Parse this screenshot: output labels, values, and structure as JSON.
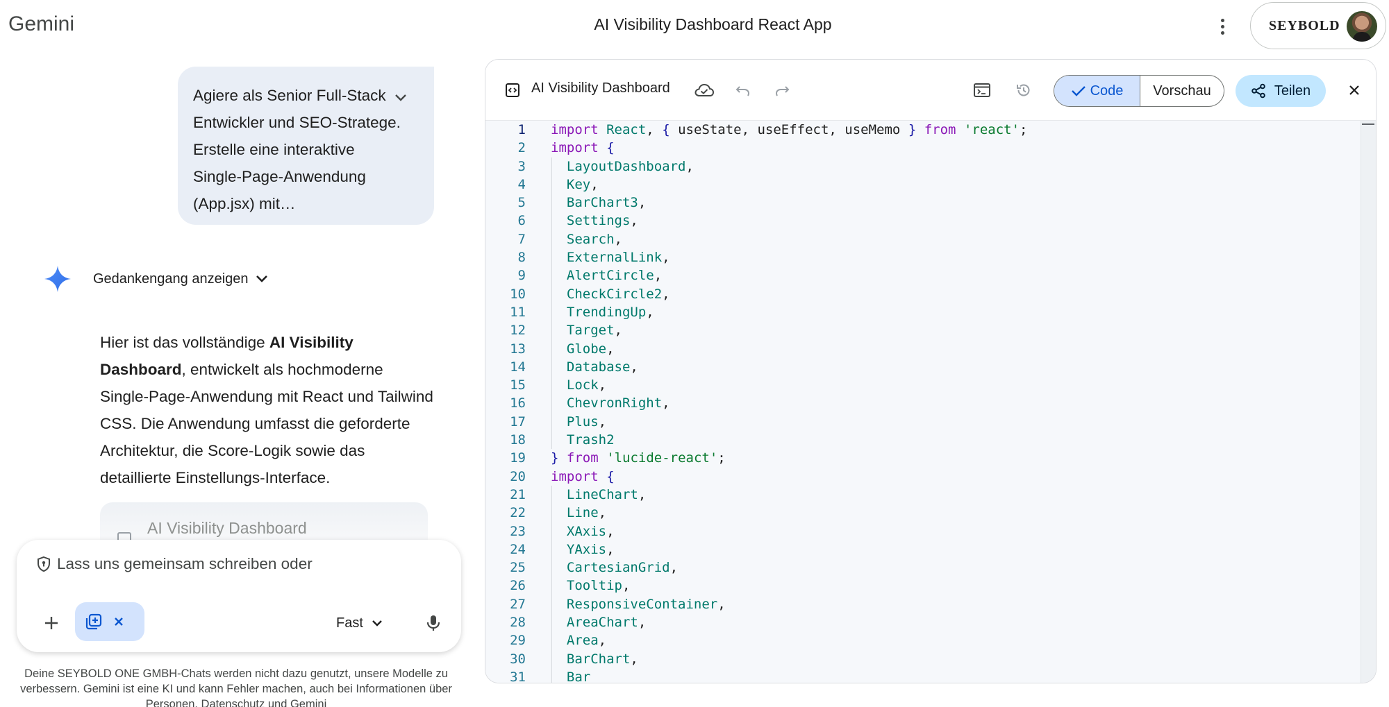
{
  "header": {
    "brand": "Gemini",
    "chat_title": "AI Visibility Dashboard React App",
    "account_name": "SEYBOLD"
  },
  "chat": {
    "user_prompt": "Agiere als Senior Full-Stack Entwickler und SEO-Stratege. Erstelle eine interaktive Single-Page-Anwendung (App.jsx) mit…",
    "thought_toggle": "Gedankengang anzeigen",
    "answer_before_bold": "Hier ist das vollständige ",
    "answer_bold": "AI Visibility Dashboard",
    "answer_after_bold": ", entwickelt als hochmoderne Single-Page-Anwendung mit React und Tailwind CSS. Die Anwendung umfasst die geforderte Architektur, die Score-Logik sowie das detaillierte Einstellungs-Interface.",
    "artifact_card_title": "AI Visibility Dashboard"
  },
  "composer": {
    "placeholder": "Lass uns gemeinsam schreiben oder",
    "model_label": "Fast"
  },
  "disclaimer": "Deine SEYBOLD ONE GMBH-Chats werden nicht dazu genutzt, unsere Modelle zu verbessern. Gemini ist eine KI und kann Fehler machen, auch bei Informationen über Personen. Datenschutz und Gemini",
  "panel": {
    "title": "AI Visibility Dashboard",
    "code_tab": "Code",
    "preview_tab": "Vorschau",
    "share_label": "Teilen"
  },
  "code_lines": [
    [
      [
        "kw",
        "import"
      ],
      [
        "pl",
        " "
      ],
      [
        "id",
        "React"
      ],
      [
        "pl",
        ", "
      ],
      [
        "br",
        "{"
      ],
      [
        "pl",
        " useState, useEffect, useMemo "
      ],
      [
        "br",
        "}"
      ],
      [
        "pl",
        " "
      ],
      [
        "kw",
        "from"
      ],
      [
        "pl",
        " "
      ],
      [
        "str",
        "'react'"
      ],
      [
        "pl",
        ";"
      ]
    ],
    [
      [
        "kw",
        "import"
      ],
      [
        "pl",
        " "
      ],
      [
        "br",
        "{"
      ]
    ],
    [
      [
        "pl",
        "  "
      ],
      [
        "id",
        "LayoutDashboard"
      ],
      [
        "pl",
        ","
      ]
    ],
    [
      [
        "pl",
        "  "
      ],
      [
        "id",
        "Key"
      ],
      [
        "pl",
        ","
      ]
    ],
    [
      [
        "pl",
        "  "
      ],
      [
        "id",
        "BarChart3"
      ],
      [
        "pl",
        ","
      ]
    ],
    [
      [
        "pl",
        "  "
      ],
      [
        "id",
        "Settings"
      ],
      [
        "pl",
        ","
      ]
    ],
    [
      [
        "pl",
        "  "
      ],
      [
        "id",
        "Search"
      ],
      [
        "pl",
        ","
      ]
    ],
    [
      [
        "pl",
        "  "
      ],
      [
        "id",
        "ExternalLink"
      ],
      [
        "pl",
        ","
      ]
    ],
    [
      [
        "pl",
        "  "
      ],
      [
        "id",
        "AlertCircle"
      ],
      [
        "pl",
        ","
      ]
    ],
    [
      [
        "pl",
        "  "
      ],
      [
        "id",
        "CheckCircle2"
      ],
      [
        "pl",
        ","
      ]
    ],
    [
      [
        "pl",
        "  "
      ],
      [
        "id",
        "TrendingUp"
      ],
      [
        "pl",
        ","
      ]
    ],
    [
      [
        "pl",
        "  "
      ],
      [
        "id",
        "Target"
      ],
      [
        "pl",
        ","
      ]
    ],
    [
      [
        "pl",
        "  "
      ],
      [
        "id",
        "Globe"
      ],
      [
        "pl",
        ","
      ]
    ],
    [
      [
        "pl",
        "  "
      ],
      [
        "id",
        "Database"
      ],
      [
        "pl",
        ","
      ]
    ],
    [
      [
        "pl",
        "  "
      ],
      [
        "id",
        "Lock"
      ],
      [
        "pl",
        ","
      ]
    ],
    [
      [
        "pl",
        "  "
      ],
      [
        "id",
        "ChevronRight"
      ],
      [
        "pl",
        ","
      ]
    ],
    [
      [
        "pl",
        "  "
      ],
      [
        "id",
        "Plus"
      ],
      [
        "pl",
        ","
      ]
    ],
    [
      [
        "pl",
        "  "
      ],
      [
        "id",
        "Trash2"
      ]
    ],
    [
      [
        "br",
        "}"
      ],
      [
        "pl",
        " "
      ],
      [
        "kw",
        "from"
      ],
      [
        "pl",
        " "
      ],
      [
        "str",
        "'lucide-react'"
      ],
      [
        "pl",
        ";"
      ]
    ],
    [
      [
        "kw",
        "import"
      ],
      [
        "pl",
        " "
      ],
      [
        "br",
        "{"
      ]
    ],
    [
      [
        "pl",
        "  "
      ],
      [
        "id",
        "LineChart"
      ],
      [
        "pl",
        ","
      ]
    ],
    [
      [
        "pl",
        "  "
      ],
      [
        "id",
        "Line"
      ],
      [
        "pl",
        ","
      ]
    ],
    [
      [
        "pl",
        "  "
      ],
      [
        "id",
        "XAxis"
      ],
      [
        "pl",
        ","
      ]
    ],
    [
      [
        "pl",
        "  "
      ],
      [
        "id",
        "YAxis"
      ],
      [
        "pl",
        ","
      ]
    ],
    [
      [
        "pl",
        "  "
      ],
      [
        "id",
        "CartesianGrid"
      ],
      [
        "pl",
        ","
      ]
    ],
    [
      [
        "pl",
        "  "
      ],
      [
        "id",
        "Tooltip"
      ],
      [
        "pl",
        ","
      ]
    ],
    [
      [
        "pl",
        "  "
      ],
      [
        "id",
        "ResponsiveContainer"
      ],
      [
        "pl",
        ","
      ]
    ],
    [
      [
        "pl",
        "  "
      ],
      [
        "id",
        "AreaChart"
      ],
      [
        "pl",
        ","
      ]
    ],
    [
      [
        "pl",
        "  "
      ],
      [
        "id",
        "Area"
      ],
      [
        "pl",
        ","
      ]
    ],
    [
      [
        "pl",
        "  "
      ],
      [
        "id",
        "BarChart"
      ],
      [
        "pl",
        ","
      ]
    ],
    [
      [
        "pl",
        "  "
      ],
      [
        "id",
        "Bar"
      ]
    ]
  ]
}
